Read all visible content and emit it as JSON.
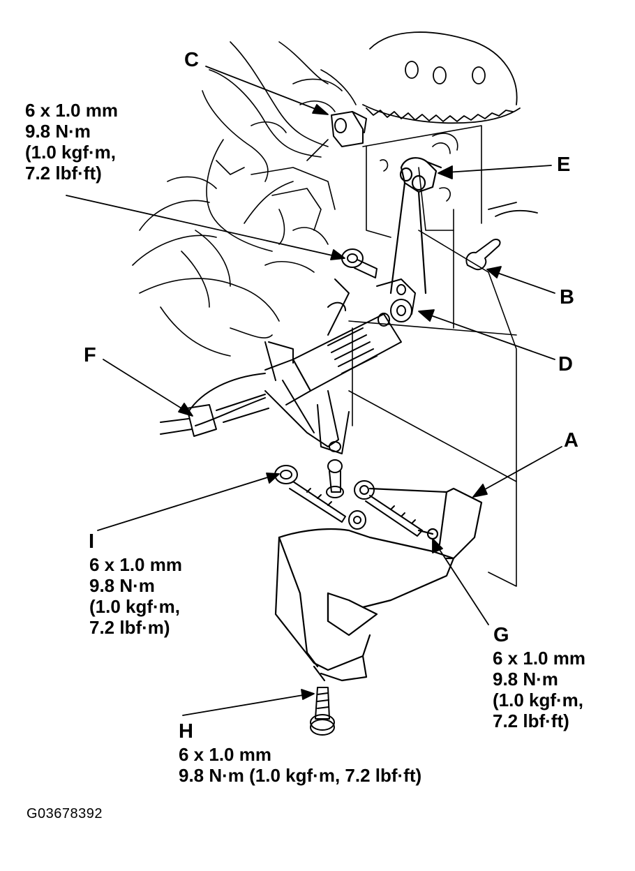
{
  "figure_id": "G03678392",
  "callouts": {
    "A": "A",
    "B": "B",
    "C": "C",
    "D": "D",
    "E": "E",
    "F": "F",
    "G": "G",
    "H": "H",
    "I": "I"
  },
  "specs": {
    "top_left": {
      "size": "6 x 1.0 mm",
      "torque": "9.8 N·m",
      "kgf": "(1.0 kgf·m,",
      "lbf": "7.2 lbf·ft)"
    },
    "bolt_i": {
      "size": "6 x 1.0 mm",
      "torque": "9.8 N·m",
      "kgf": "(1.0 kgf·m,",
      "lbf": "7.2 lbf·m)"
    },
    "bolt_g": {
      "size": "6 x 1.0 mm",
      "torque": "9.8 N·m",
      "kgf": "(1.0 kgf·m,",
      "lbf": "7.2 lbf·ft)"
    },
    "bolt_h": {
      "size": "6 x 1.0 mm",
      "torque": "9.8 N·m (1.0 kgf·m, 7.2 lbf·ft)"
    }
  }
}
